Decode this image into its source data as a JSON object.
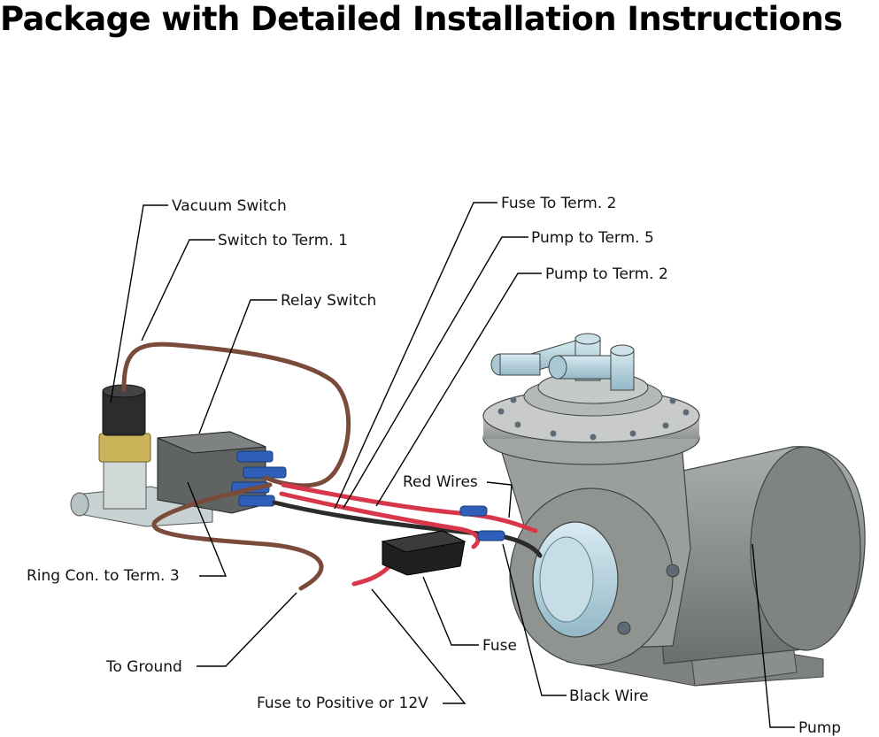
{
  "title": "Package with Detailed Installation Instructions",
  "labels": {
    "vacuum_switch": "Vacuum Switch",
    "switch_to_term1": "Switch to Term. 1",
    "relay_switch": "Relay Switch",
    "fuse_to_term2": "Fuse To Term. 2",
    "pump_to_term5": "Pump to Term. 5",
    "pump_to_term2": "Pump to Term. 2",
    "red_wires": "Red Wires",
    "ring_con_to_term3": "Ring Con. to Term. 3",
    "to_ground": "To Ground",
    "fuse": "Fuse",
    "fuse_to_positive": "Fuse to Positive or 12V",
    "black_wire": "Black Wire",
    "pump": "Pump"
  },
  "colors": {
    "brown_wire": "#7a4a3a",
    "red_wire": "#d8364a",
    "black_wire": "#2b2b2b",
    "blue_connector": "#2f5fb8",
    "pump_gray": "#8c918e",
    "hose_blue": "#b9d3de",
    "brass": "#c9b45a"
  }
}
